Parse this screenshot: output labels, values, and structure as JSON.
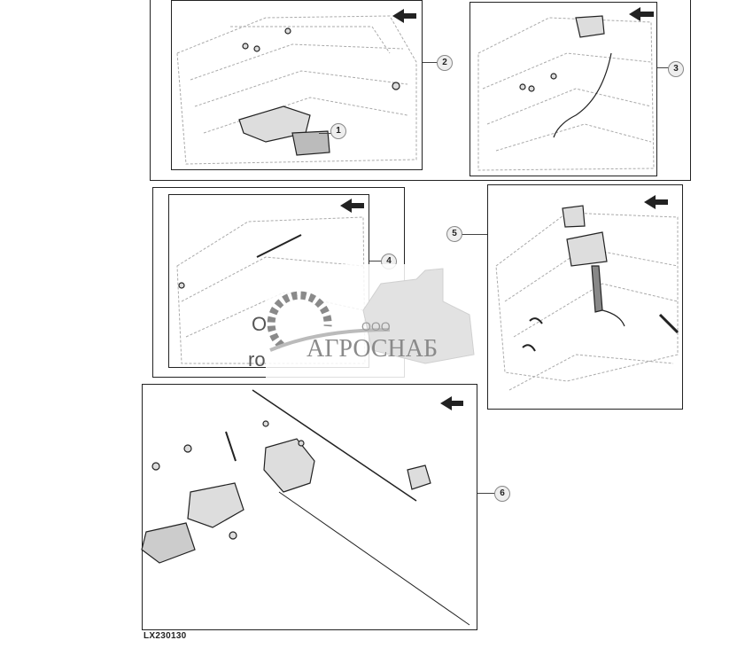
{
  "figure": {
    "id_label": "LX230130",
    "callouts": [
      "1",
      "2",
      "3",
      "4",
      "5",
      "6"
    ],
    "colors": {
      "line": "#222222",
      "sketch": "#9a9a9a",
      "callout_fill": "#eeeeee"
    }
  },
  "watermark": {
    "prefix": "ООО",
    "name": "АГРОСНАБ",
    "fragments": [
      "O",
      "ro"
    ]
  },
  "icons": [
    "direction-arrow-icon",
    "gear-logo-icon",
    "combine-harvester-logo-icon"
  ]
}
